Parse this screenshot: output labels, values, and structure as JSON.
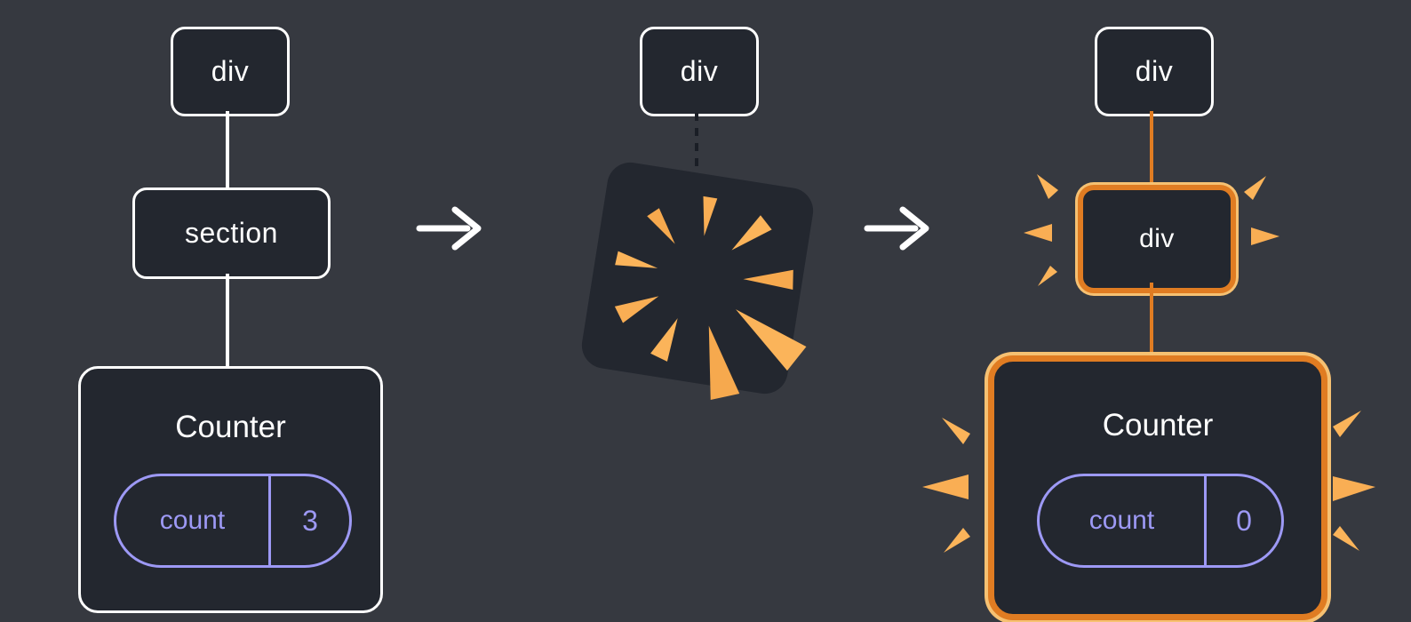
{
  "before": {
    "root_label": "div",
    "child_label": "section",
    "component_label": "Counter",
    "state_key": "count",
    "state_value": "3"
  },
  "transition": {
    "root_label": "div"
  },
  "after": {
    "root_label": "div",
    "child_label": "div",
    "component_label": "Counter",
    "state_key": "count",
    "state_value": "0"
  },
  "icons": {
    "arrow_right": "→",
    "poof_burst": "poof-burst",
    "spark": "spark"
  },
  "colors": {
    "background": "#363940",
    "node_fill": "#23272F",
    "node_border": "#FFFFFF",
    "text": "#FFFFFF",
    "state_purple": "#9D99F5",
    "highlight_orange": "#E07C22",
    "highlight_ring": "#F6C172",
    "spark_yellow": "#FBB45A",
    "dashed_connector": "#1A1E26"
  }
}
